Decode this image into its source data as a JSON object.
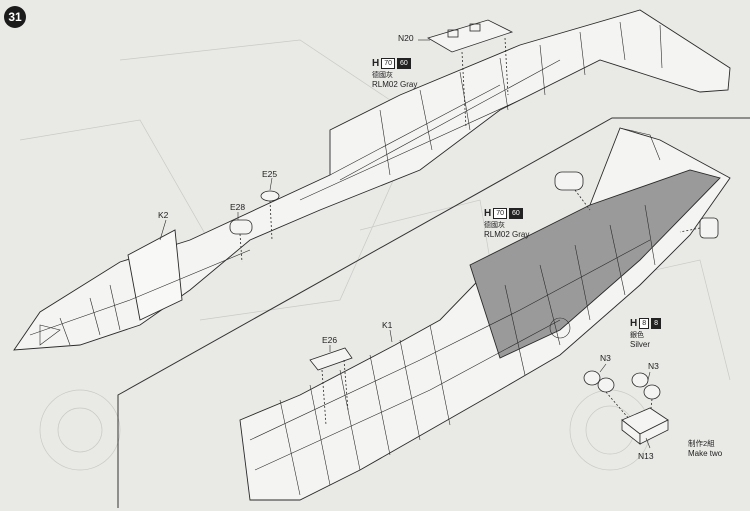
{
  "step_number": "31",
  "parts": {
    "n20": "N20",
    "e25": "E25",
    "e28": "E28",
    "k2": "K2",
    "k1": "K1",
    "e26": "E26",
    "n3_left": "N3",
    "n3_right": "N3",
    "n13": "N13"
  },
  "paint_callouts": {
    "top": {
      "prefix": "H",
      "code1": "70",
      "code2": "60",
      "name_cn": "德國灰",
      "name_en": "RLM02 Gray"
    },
    "middle": {
      "prefix": "H",
      "code1": "70",
      "code2": "60",
      "name_cn": "德國灰",
      "name_en": "RLM02 Gray"
    },
    "silver": {
      "prefix": "H",
      "code1": "8",
      "code2": "8",
      "name_cn": "銀色",
      "name_en": "Silver"
    }
  },
  "notes": {
    "make_two_cn": "制作2組",
    "make_two_en": "Make two"
  },
  "colors": {
    "paper": "#e9e9e6",
    "ink": "#2a2a2a",
    "gray_fill": "#9a9a9a"
  }
}
